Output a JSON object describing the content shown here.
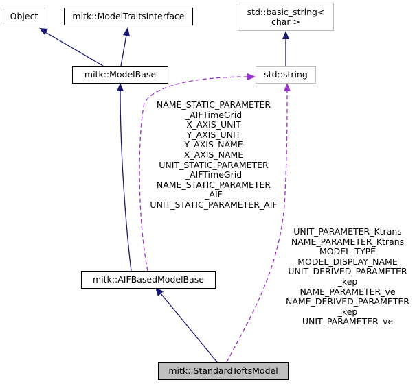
{
  "nodes": {
    "object": "Object",
    "model_traits": "mitk::ModelTraitsInterface",
    "basic_string": "std::basic_string<\nchar >",
    "model_base": "mitk::ModelBase",
    "std_string": "std::string",
    "aif_base": "mitk::AIFBasedModelBase",
    "standard_tofts": "mitk::StandardToftsModel"
  },
  "labels": {
    "aif_base_members": [
      "NAME_STATIC_PARAMETER",
      "_AIFTimeGrid",
      "X_AXIS_UNIT",
      "Y_AXIS_UNIT",
      "Y_AXIS_NAME",
      "X_AXIS_NAME",
      "UNIT_STATIC_PARAMETER",
      "_AIFTimeGrid",
      "NAME_STATIC_PARAMETER",
      "_AIF",
      "UNIT_STATIC_PARAMETER_AIF"
    ],
    "tofts_members": [
      "UNIT_PARAMETER_Ktrans",
      "NAME_PARAMETER_Ktrans",
      "MODEL_TYPE",
      "MODEL_DISPLAY_NAME",
      "UNIT_DERIVED_PARAMETER",
      "_kep",
      "NAME_PARAMETER_ve",
      "NAME_DERIVED_PARAMETER",
      "_kep",
      "UNIT_PARAMETER_ve"
    ]
  },
  "colors": {
    "inheritance_edge": "#191970",
    "usage_edge": "#9a32cd",
    "current_fill": "#bfbfbf",
    "external_border": "#bfbfbf"
  }
}
